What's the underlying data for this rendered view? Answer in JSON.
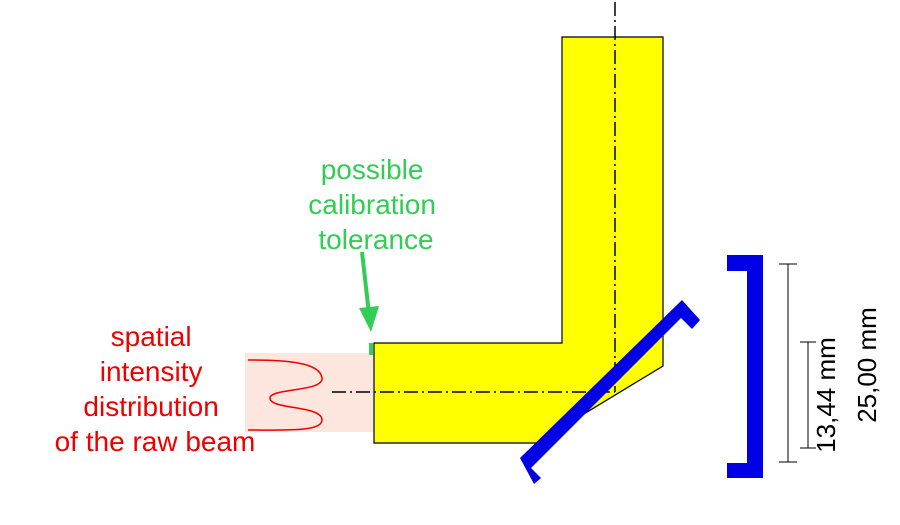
{
  "labels": {
    "calibration_tolerance": [
      "possible",
      "calibration",
      "tolerance"
    ],
    "raw_beam": [
      "spatial",
      "intensity",
      "distribution",
      "of the raw beam"
    ]
  },
  "dimensions": {
    "inner": "13,44 mm",
    "outer": "25,00 mm"
  },
  "colors": {
    "part_fill": "#ffff00",
    "tool": "#0000e6",
    "beam_text": "#ee0000",
    "beam_area": "#fde6de",
    "tolerance": "#33cc55",
    "outline": "#000000"
  }
}
